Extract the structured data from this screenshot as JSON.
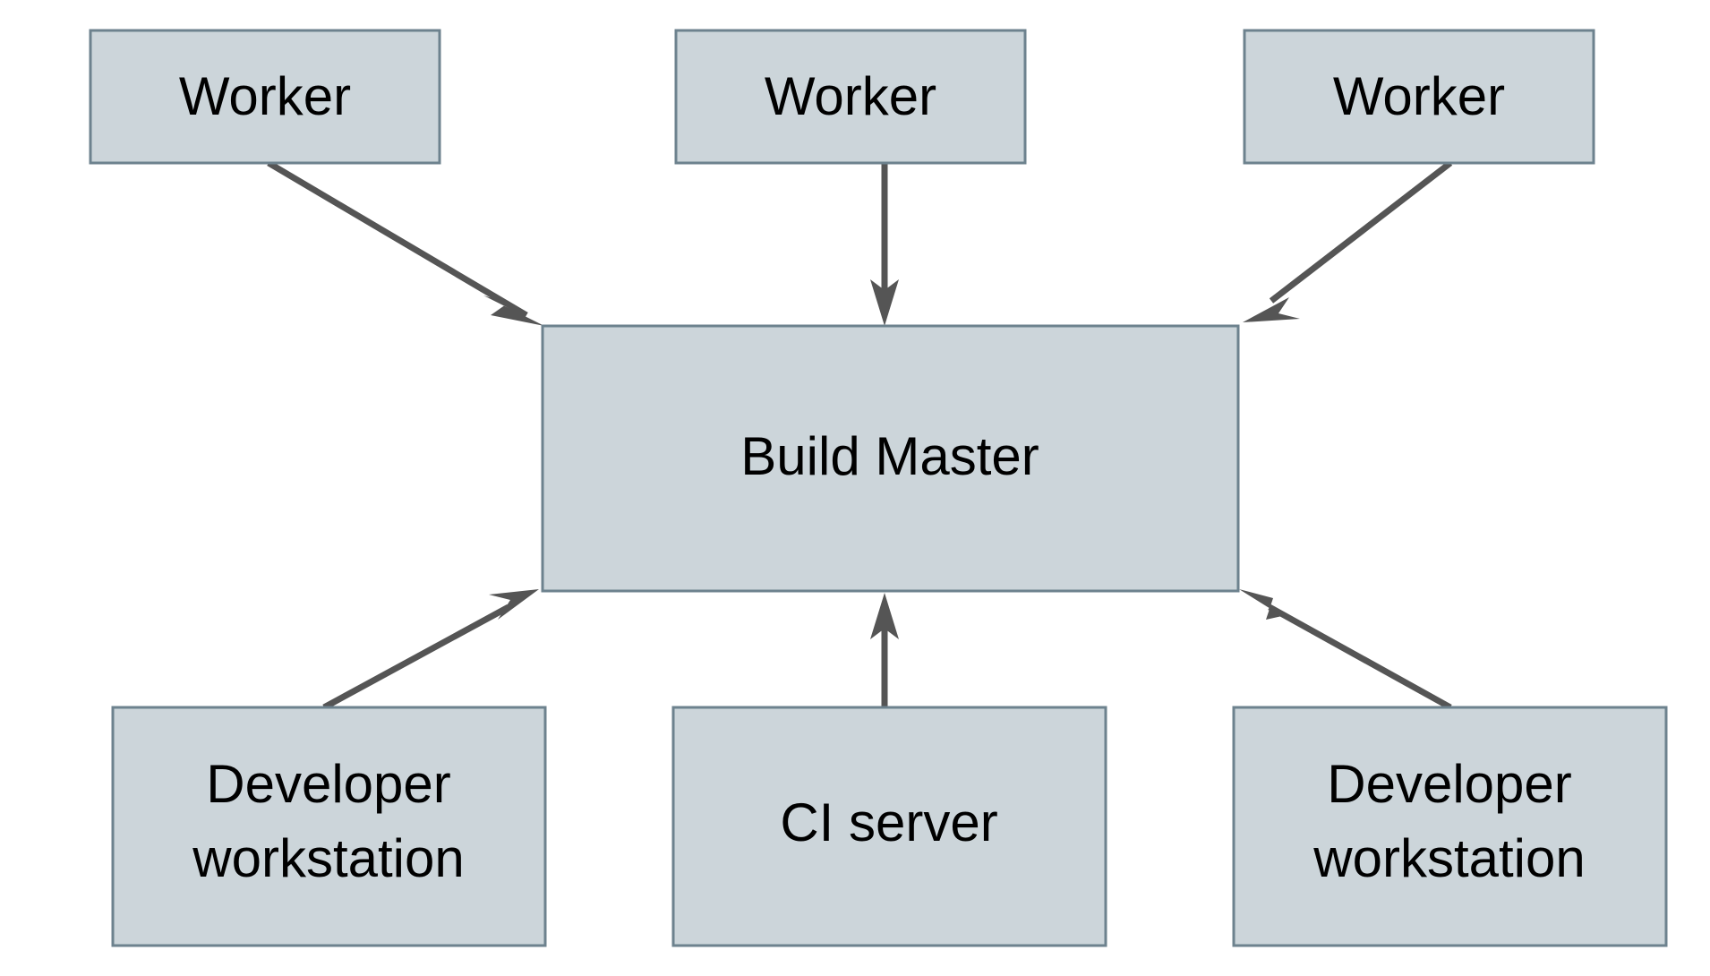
{
  "diagram": {
    "background_color": "#ffffff",
    "node_fill_color": "#ccd5da",
    "node_border_color": "#6d828e",
    "edge_color": "#555555",
    "text_color": "#000000",
    "nodes": [
      {
        "id": "worker-left",
        "label": "Worker",
        "label_line1": "Worker",
        "label_line2": ""
      },
      {
        "id": "worker-center",
        "label": "Worker",
        "label_line1": "Worker",
        "label_line2": ""
      },
      {
        "id": "worker-right",
        "label": "Worker",
        "label_line1": "Worker",
        "label_line2": ""
      },
      {
        "id": "build-master",
        "label": "Build Master",
        "label_line1": "Build Master",
        "label_line2": ""
      },
      {
        "id": "dev-workstation-left",
        "label": "Developer workstation",
        "label_line1": "Developer",
        "label_line2": "workstation"
      },
      {
        "id": "ci-server",
        "label": "CI server",
        "label_line1": "CI server",
        "label_line2": ""
      },
      {
        "id": "dev-workstation-right",
        "label": "Developer workstation",
        "label_line1": "Developer",
        "label_line2": "workstation"
      }
    ],
    "edges": [
      {
        "id": "edge-worker-left-to-master",
        "from": "worker-left",
        "to": "build-master",
        "direction": "to-master"
      },
      {
        "id": "edge-worker-center-to-master",
        "from": "worker-center",
        "to": "build-master",
        "direction": "to-master"
      },
      {
        "id": "edge-worker-right-to-master",
        "from": "worker-right",
        "to": "build-master",
        "direction": "to-master"
      },
      {
        "id": "edge-dev-left-to-master",
        "from": "dev-workstation-left",
        "to": "build-master",
        "direction": "to-master"
      },
      {
        "id": "edge-ci-to-master",
        "from": "ci-server",
        "to": "build-master",
        "direction": "to-master"
      },
      {
        "id": "edge-dev-right-to-master",
        "from": "dev-workstation-right",
        "to": "build-master",
        "direction": "to-master"
      }
    ]
  }
}
